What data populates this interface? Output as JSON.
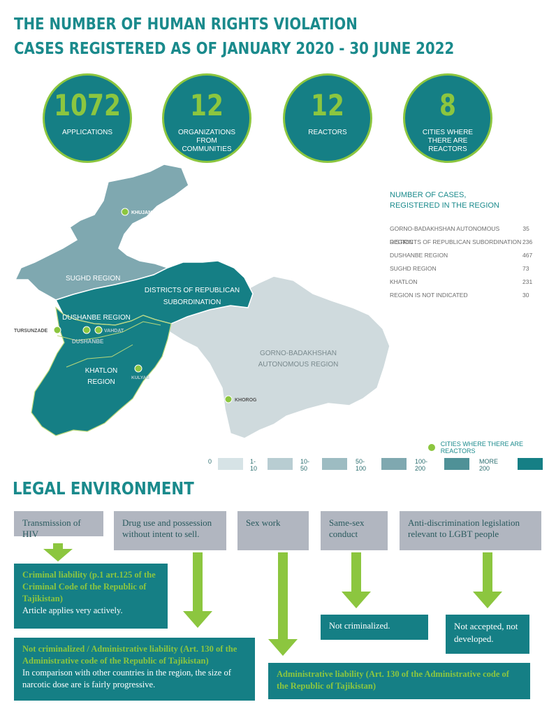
{
  "title": {
    "line1": "THE NUMBER OF HUMAN RIGHTS VIOLATION",
    "line2": "CASES REGISTERED AS OF JANUARY 2020 - 30 JUNE 2022"
  },
  "stats": [
    {
      "value": "1072",
      "label": "APPLICATIONS"
    },
    {
      "value": "12",
      "label": "ORGANIZATIONS FROM COMMUNITIES"
    },
    {
      "value": "12",
      "label": "REACTORS"
    },
    {
      "value": "8",
      "label": "CITIES WHERE THERE ARE REACTORS"
    }
  ],
  "map": {
    "regions": {
      "sughd": "SUGHD REGION",
      "drs_line1": "DISTRICTS OF REPUBLICAN",
      "drs_line2": "SUBORDINATION",
      "dushanbe": "DUSHANBE REGION",
      "khatlon_line1": "KHATLON",
      "khatlon_line2": "REGION",
      "gbao_line1": "GORNO-BADAKHSHAN",
      "gbao_line2": "AUTONOMOUS REGION"
    },
    "cities": {
      "khujand": "KHUJAND",
      "tursunzade": "TURSUNZADE",
      "dushanbe": "DUSHANBE",
      "vahdat": "VAHDAT",
      "kulyab": "KULYAB",
      "khorog": "KHOROG"
    },
    "colors": {
      "sughd": "#7fa8b0",
      "drs": "#157f85",
      "dushanbe_khatlon": "#157f85",
      "gbao": "#cfdadd",
      "accent": "#8cc63f"
    }
  },
  "cases_panel": {
    "title_line1": "NUMBER OF CASES,",
    "title_line2": "REGISTERED IN THE REGION",
    "rows": [
      {
        "region": "GORNO-BADAKHSHAN AUTONOMOUS REGION",
        "value": "35"
      },
      {
        "region": "DISTRICTS OF REPUBLICAN SUBORDINATION",
        "value": "236"
      },
      {
        "region": "DUSHANBE REGION",
        "value": "467"
      },
      {
        "region": "SUGHD REGION",
        "value": "73"
      },
      {
        "region": "KHATLON",
        "value": "231"
      },
      {
        "region": "REGION IS NOT INDICATED",
        "value": "30"
      }
    ]
  },
  "reactor_legend": "CITIES WHERE THERE ARE REACTORS",
  "scale": [
    {
      "label": "0",
      "color": "#d6e3e6"
    },
    {
      "label": "1-10",
      "color": "#b8cdd2"
    },
    {
      "label": "10-50",
      "color": "#9dbcc2"
    },
    {
      "label": "50-100",
      "color": "#7fa8b0"
    },
    {
      "label": "100-200",
      "color": "#4f9197"
    },
    {
      "label": "MORE  200",
      "color": "#157f85"
    }
  ],
  "legal": {
    "heading": "LEGAL ENVIRONMENT",
    "categories": [
      "Transmission of HIV",
      "Drug use and possession without intent to sell.",
      "Sex work",
      "Same-sex conduct",
      "Anti-discrimination legislation relevant to LGBT people"
    ],
    "outcomes": {
      "hiv_title": "Criminal  liability (p.1 art.125 of the Criminal Code of the Republic of Tajikistan)",
      "hiv_note": "Article applies very actively.",
      "drug_title": "Not criminalized / Administrative liability (Art. 130 of the Administrative code of the Republic of Tajikistan)",
      "drug_note": "In comparison with other countries in the region, the size of  narcotic dose are is fairly progressive.",
      "sex_title": "Administrative liability (Art. 130 of the Administrative code of the Republic of Tajikistan)",
      "samesex": "Not criminalized.",
      "antidisc": "Not accepted, not developed."
    }
  }
}
